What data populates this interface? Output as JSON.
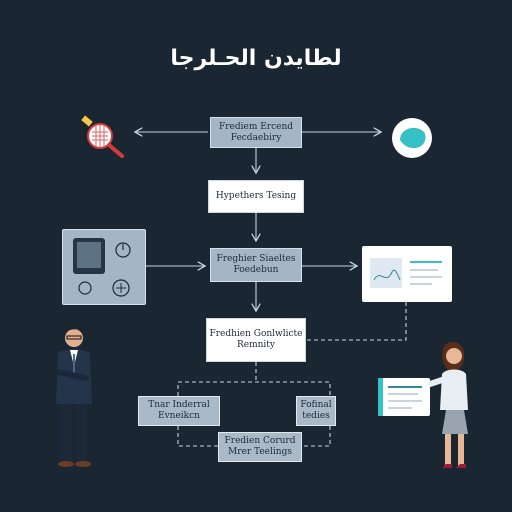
{
  "title": "لطايدن الحـلرجا",
  "nodes": {
    "top": "Frediem Ercend\nFecdaebiry",
    "hypothesis": "Hypethers Tesing",
    "middle": "Freghier Siaeltes\nFoedebun",
    "fourth": "Fredhien Gonlwlicte\nRemnity",
    "left_bottom": "Tnar Inderral\nEvneikcn",
    "right_bottom": "Fofinal\ntedies",
    "bottom": "Fredien Corurd\nMrer Teelings"
  },
  "colors": {
    "background": "#1b2633",
    "node_blue": "#a4b5c5",
    "node_white": "#ffffff",
    "accent_teal": "#35c1c6",
    "accent_red": "#d63a3a"
  }
}
